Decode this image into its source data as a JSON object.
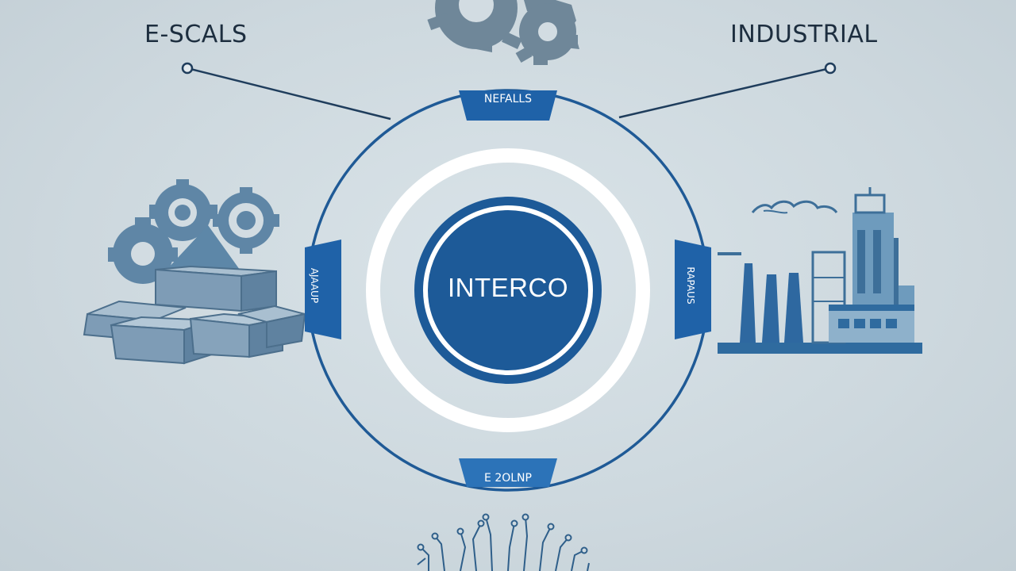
{
  "diagram": {
    "center_label": "INTERCO",
    "left_label": "E-SCALS",
    "right_label": "INDUSTRIAL",
    "ring_tabs": {
      "top": "NEFALLS",
      "bottom": "E 2OLNP",
      "left": "AJAAUP",
      "right": "RAPAUS"
    }
  },
  "colors": {
    "background": "#cfdae0",
    "ring_blue": "#1f5a96",
    "center_blue": "#1d5a98",
    "icon_blue": "#4f87b0",
    "icon_steel": "#7f97aa",
    "white_ring": "#ffffff"
  },
  "icons": [
    "gear-cluster-icon",
    "metal-ingots-icon",
    "factory-icon",
    "circuit-traces-icon"
  ]
}
